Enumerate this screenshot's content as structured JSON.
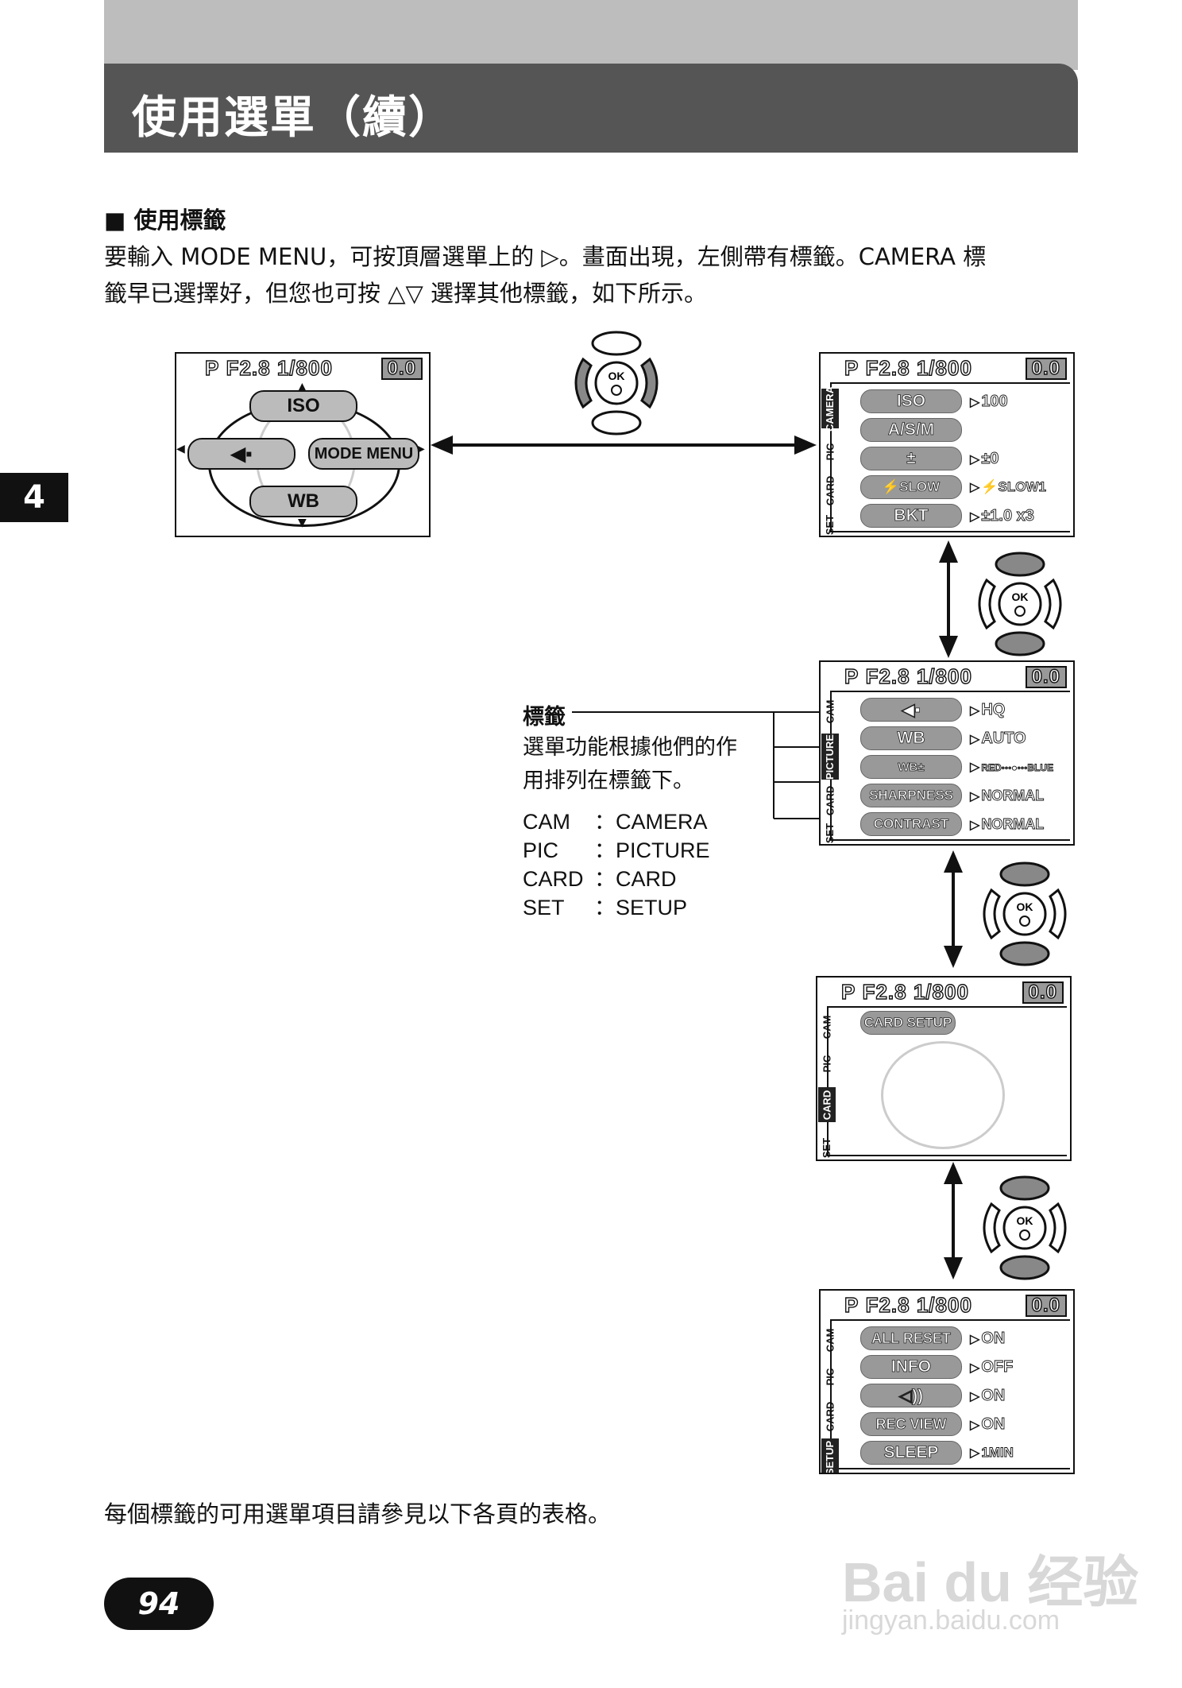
{
  "header": {
    "title": "使用選單（續）"
  },
  "chapter_tab": "4",
  "section": {
    "heading": "■ 使用標籤",
    "para_line1": "要輸入 MODE MENU，可按頂層選單上的 ▷。畫面出現，左側帶有標籤。CAMERA 標",
    "para_line2": "籤早已選擇好，但您也可按 △▽ 選擇其他標籤，如下所示。"
  },
  "legend": {
    "title": "標籤",
    "desc_line1": "選單功能根據他們的作",
    "desc_line2": "用排列在標籤下。",
    "items": [
      {
        "key": "CAM",
        "value": "：CAMERA"
      },
      {
        "key": "PIC",
        "value": "：PICTURE"
      },
      {
        "key": "CARD",
        "value": "：CARD"
      },
      {
        "key": "SET",
        "value": "：SETUP"
      }
    ]
  },
  "screen_info": {
    "mode": "P",
    "aperture": "F2.8",
    "shutter": "1/800",
    "ev": "0.0"
  },
  "top_menu": {
    "up": "ISO",
    "right": "MODE MENU",
    "down": "WB",
    "left": "◀▪"
  },
  "camera_screen": {
    "tabs": [
      "CAMERA",
      "PIC",
      "CARD",
      "SET"
    ],
    "rows": [
      {
        "label": "ISO",
        "value": "100"
      },
      {
        "label": "A/S/M",
        "value": ""
      },
      {
        "label": "±",
        "value": "±0"
      },
      {
        "label": "⚡SLOW",
        "value": "⚡SLOW1"
      },
      {
        "label": "BKT",
        "value": "±1.0 x3"
      }
    ]
  },
  "picture_screen": {
    "tabs": [
      "CAM",
      "PICTURE",
      "CARD",
      "SET"
    ],
    "rows": [
      {
        "label": "◀▪",
        "value": "HQ"
      },
      {
        "label": "WB",
        "value": "AUTO"
      },
      {
        "label": "WB±",
        "value": "RED◦◦◦●◦◦◦BLUE"
      },
      {
        "label": "SHARPNESS",
        "value": "NORMAL"
      },
      {
        "label": "CONTRAST",
        "value": "NORMAL"
      }
    ]
  },
  "card_screen": {
    "tabs": [
      "CAM",
      "PIC",
      "CARD",
      "SET"
    ],
    "button": "CARD SETUP"
  },
  "setup_screen": {
    "tabs": [
      "CAM",
      "PIC",
      "CARD",
      "SETUP"
    ],
    "rows": [
      {
        "label": "ALL RESET",
        "value": "ON"
      },
      {
        "label": "INFO",
        "value": "OFF"
      },
      {
        "label": "◁))",
        "value": "ON"
      },
      {
        "label": "REC VIEW",
        "value": "ON"
      },
      {
        "label": "SLEEP",
        "value": "1MIN"
      }
    ]
  },
  "controller": {
    "ok_label": "OK"
  },
  "footer_note": "每個標籤的可用選單項目請參見以下各頁的表格。",
  "page_number": "94",
  "watermark": {
    "brand": "Bai du 经验",
    "url": "jingyan.baidu.com"
  }
}
